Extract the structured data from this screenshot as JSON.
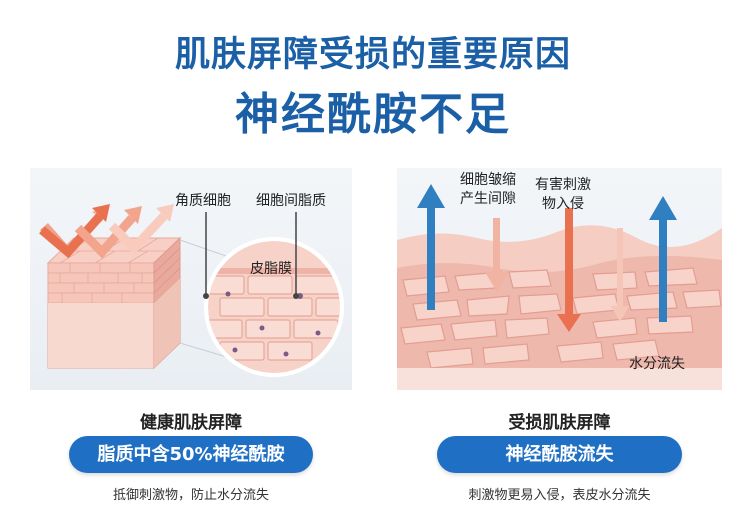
{
  "header": {
    "title_line1": "肌肤屏障受损的重要原因",
    "title_line2": "神经酰胺不足"
  },
  "left_panel": {
    "label_corneocyte": "角质细胞",
    "label_intercellular_lipid": "细胞间脂质",
    "label_sebum_film": "皮脂膜",
    "caption": "健康肌肤屏障",
    "pill": "脂质中含50%神经酰胺",
    "subtext": "抵御刺激物，防止水分流失"
  },
  "right_panel": {
    "label_cell_shrink_line1": "细胞皱缩",
    "label_cell_shrink_line2": "产生间隙",
    "label_irritant_line1": "有害刺激",
    "label_irritant_line2": "物入侵",
    "label_water_loss": "水分流失",
    "caption": "受损肌肤屏障",
    "pill": "神经酰胺流失",
    "subtext": "刺激物更易入侵，表皮水分流失"
  },
  "colors": {
    "title_blue": "#1b5fa6",
    "pill_blue": "#1f6fc4",
    "arrow_blue": "#2f7fc1",
    "arrow_orange": "#e9714f",
    "skin_pink": "#f1b7ae"
  }
}
